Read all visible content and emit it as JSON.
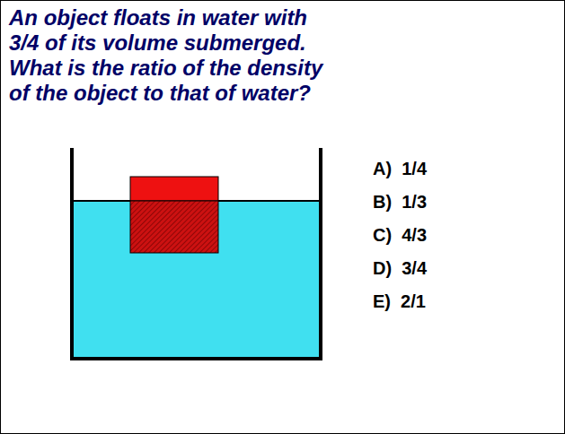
{
  "diagram": {
    "title": "An object floats in water with 3/4 of its volume submerged. What is the ratio of the density of the object to that of water?",
    "labels": [
      "A)  1/4",
      "B)  1/3",
      "C)  4/3",
      "D)  3/4",
      "E)  2/1"
    ]
  }
}
